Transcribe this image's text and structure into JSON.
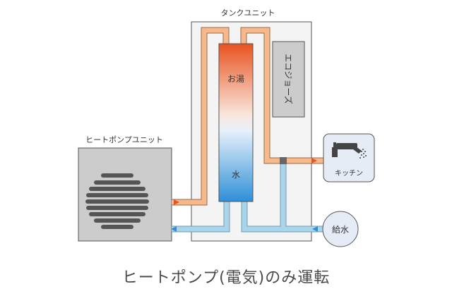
{
  "labels": {
    "tank_unit": "タンクユニット",
    "heat_pump_unit": "ヒートポンプユニット",
    "hot_water": "お湯",
    "cold_water": "水",
    "eco_jozu": "エコジョーズ",
    "kitchen": "キッチン",
    "water_supply": "給水"
  },
  "caption": "ヒートポンプ(電気)のみ運転",
  "colors": {
    "hot_pipe": "#f7b98c",
    "cold_pipe": "#a9d4ea",
    "tank_top": "#e8531f",
    "tank_bottom": "#2f8fd8",
    "arrow_hot": "#e8531f",
    "arrow_cold": "#2f8fd8"
  }
}
